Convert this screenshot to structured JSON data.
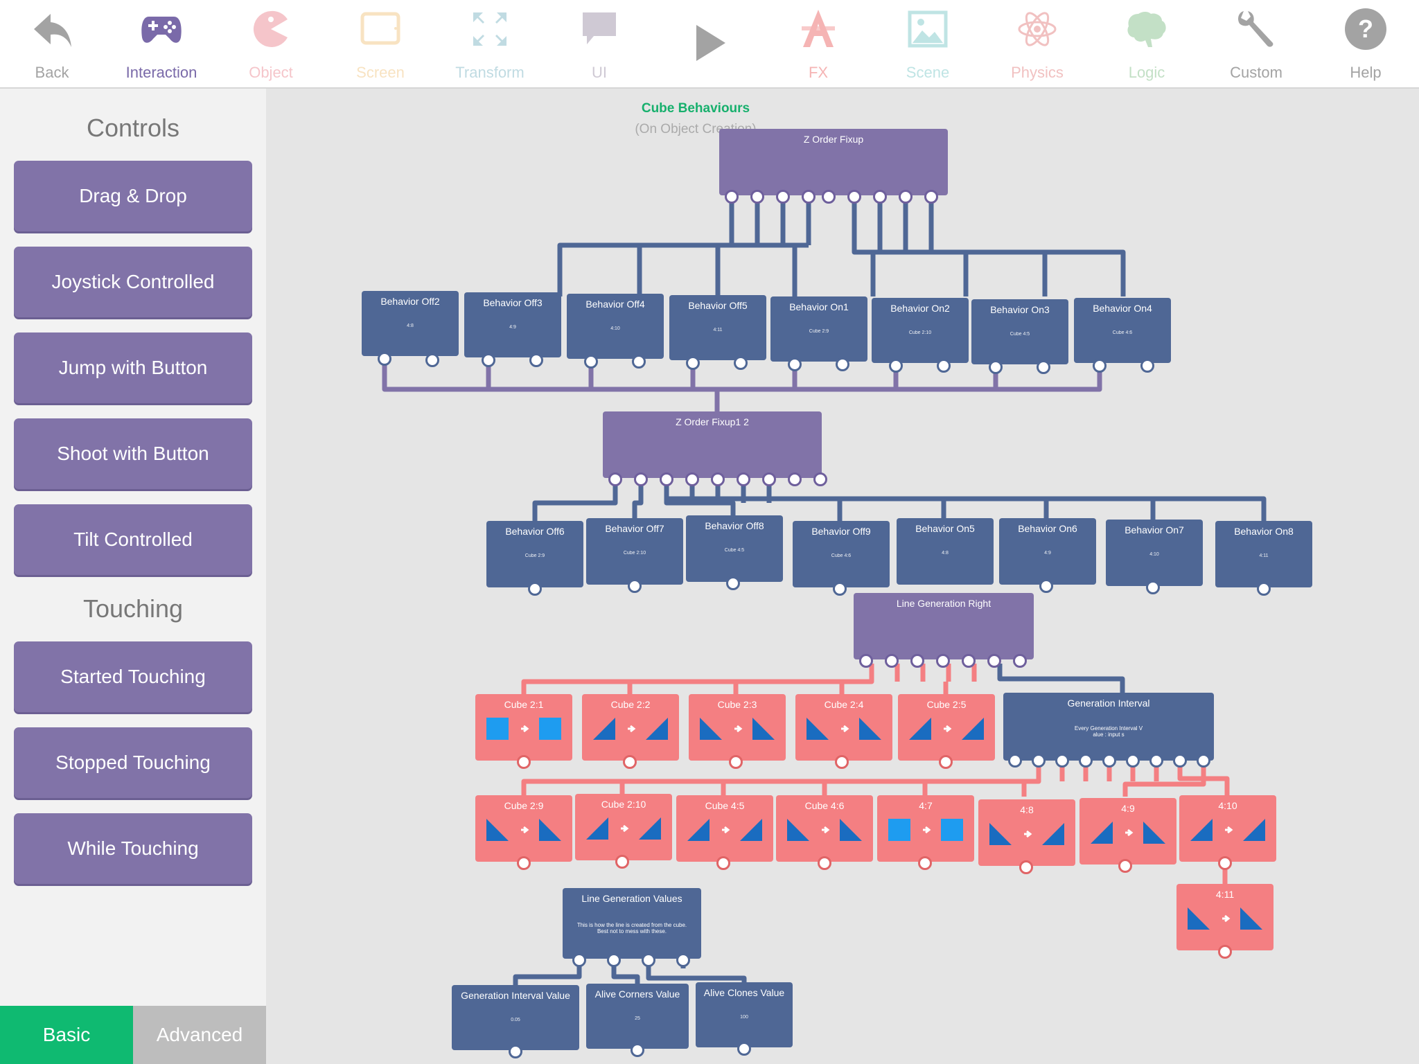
{
  "toolbar": {
    "items": [
      {
        "label": "Back",
        "icon": "back-arrow-icon",
        "color": "#a3a3a3"
      },
      {
        "label": "Interaction",
        "icon": "gamepad-icon",
        "color": "#7a6aa9"
      },
      {
        "label": "Object",
        "icon": "pacman-icon",
        "color": "#f5c5ca"
      },
      {
        "label": "Screen",
        "icon": "tablet-icon",
        "color": "#f8e3c2"
      },
      {
        "label": "Transform",
        "icon": "expand-arrows-icon",
        "color": "#c0dbe2"
      },
      {
        "label": "UI",
        "icon": "speech-bubble-icon",
        "color": "#cfc9d4"
      },
      {
        "label": "",
        "icon": "play-icon",
        "color": "#a3a3a3"
      },
      {
        "label": "FX",
        "icon": "fx-icon",
        "color": "#f5b4b4"
      },
      {
        "label": "Scene",
        "icon": "picture-icon",
        "color": "#bfe4e4"
      },
      {
        "label": "Physics",
        "icon": "atom-icon",
        "color": "#f1c1c1"
      },
      {
        "label": "Logic",
        "icon": "brain-icon",
        "color": "#c3e0c6"
      },
      {
        "label": "Custom",
        "icon": "wrench-icon",
        "color": "#a3a3a3"
      },
      {
        "label": "Help",
        "icon": "question-icon",
        "color": "#a3a3a3"
      }
    ]
  },
  "sidebar": {
    "controls_title": "Controls",
    "controls": [
      "Drag & Drop",
      "Joystick Controlled",
      "Jump with Button",
      "Shoot with Button",
      "Tilt Controlled"
    ],
    "touching_title": "Touching",
    "touching": [
      "Started Touching",
      "Stopped Touching",
      "While Touching"
    ],
    "tabs": {
      "basic": "Basic",
      "advanced": "Advanced",
      "basic_color": "#0fba71",
      "advanced_color": "#bdbdbd"
    }
  },
  "graph": {
    "title": "Cube Behaviours",
    "subtitle": "(On Object Creation)",
    "nodes": {
      "zfix1": {
        "title": "Z Order Fixup"
      },
      "off2": {
        "title": "Behavior Off2",
        "sub": "4:8"
      },
      "off3": {
        "title": "Behavior Off3",
        "sub": "4:9"
      },
      "off4": {
        "title": "Behavior Off4",
        "sub": "4:10"
      },
      "off5": {
        "title": "Behavior Off5",
        "sub": "4:11"
      },
      "on1": {
        "title": "Behavior On1",
        "sub": "Cube 2:9"
      },
      "on2": {
        "title": "Behavior On2",
        "sub": "Cube 2:10"
      },
      "on3": {
        "title": "Behavior On3",
        "sub": "Cube 4:5"
      },
      "on4": {
        "title": "Behavior On4",
        "sub": "Cube 4:6"
      },
      "zfix2": {
        "title": "Z Order Fixup1 2"
      },
      "off6": {
        "title": "Behavior Off6",
        "sub": "Cube 2:9"
      },
      "off7": {
        "title": "Behavior Off7",
        "sub": "Cube 2:10"
      },
      "off8": {
        "title": "Behavior Off8",
        "sub": "Cube 4:5"
      },
      "off9": {
        "title": "Behavior Off9",
        "sub": "Cube 4:6"
      },
      "on5": {
        "title": "Behavior On5",
        "sub": "4:8"
      },
      "on6": {
        "title": "Behavior On6",
        "sub": "4:9"
      },
      "on7": {
        "title": "Behavior On7",
        "sub": "4:10"
      },
      "on8": {
        "title": "Behavior On8",
        "sub": "4:11"
      },
      "linegen": {
        "title": "Line Generation Right"
      },
      "c21": {
        "title": "Cube 2:1"
      },
      "c22": {
        "title": "Cube 2:2"
      },
      "c23": {
        "title": "Cube 2:3"
      },
      "c24": {
        "title": "Cube 2:4"
      },
      "c25": {
        "title": "Cube 2:5"
      },
      "geninterval": {
        "title": "Generation Interval",
        "desc1": "Every Generation Interval V",
        "desc2": "alue : input s"
      },
      "c29": {
        "title": "Cube 2:9"
      },
      "c210": {
        "title": "Cube 2:10"
      },
      "c45": {
        "title": "Cube 4:5"
      },
      "c46": {
        "title": "Cube 4:6"
      },
      "c47": {
        "title": "4:7"
      },
      "c48": {
        "title": "4:8"
      },
      "c49": {
        "title": "4:9"
      },
      "c410": {
        "title": "4:10"
      },
      "c411": {
        "title": "4:11"
      },
      "lgvalues": {
        "title": "Line Generation Values",
        "desc1": "This is how the line is created from the cube.",
        "desc2": "Best not to mess with these."
      },
      "giv": {
        "title": "Generation Interval Value",
        "sub": "0.05"
      },
      "acv": {
        "title": "Alive Corners Value",
        "sub": "25"
      },
      "alcv": {
        "title": "Alive Clones Value",
        "sub": "100"
      }
    }
  }
}
